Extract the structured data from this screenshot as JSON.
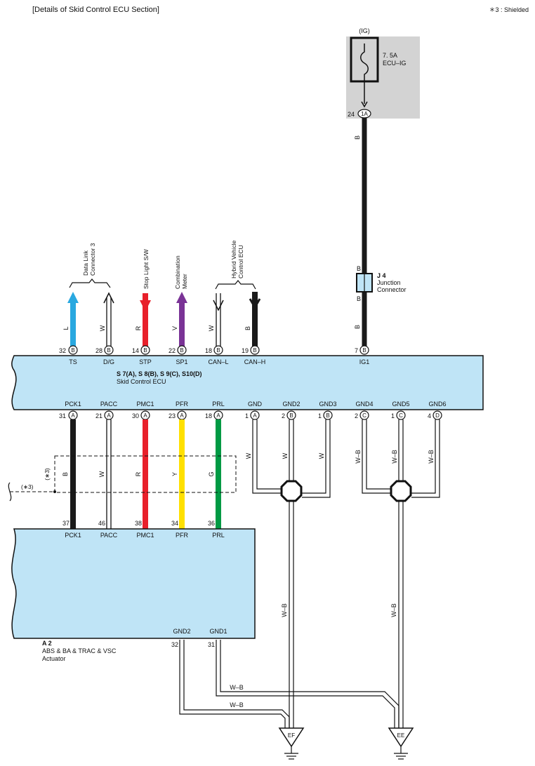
{
  "header": {
    "title": "[Details of Skid Control ECU Section]",
    "note": "＊3 : Shielded"
  },
  "colors": {
    "body_fill": "#bfe4f6",
    "fuse_box_fill": "#d3d3d3"
  },
  "fuse": {
    "ig_label": "(IG)",
    "rating": "7. 5A",
    "name": "ECU–IG",
    "pin": "24",
    "connector": "1A"
  },
  "junction": {
    "id": "J 4",
    "name_line1": "Junction",
    "name_line2": "Connector",
    "wire_top": "B",
    "wire_bottom": "B"
  },
  "ig_wire_label": "B",
  "ecu": {
    "id": "S 7(A), S 8(B), S 9(C), S10(D)",
    "name": "Skid Control ECU",
    "top_pins": [
      {
        "pin": "32",
        "conn": "B",
        "label": "TS",
        "wire": "L",
        "color": "#29a8e0"
      },
      {
        "pin": "28",
        "conn": "B",
        "label": "D/G",
        "wire": "W",
        "color": "#ffffff"
      },
      {
        "pin": "14",
        "conn": "B",
        "label": "STP",
        "wire": "R",
        "color": "#e8202a"
      },
      {
        "pin": "22",
        "conn": "B",
        "label": "SP1",
        "wire": "V",
        "color": "#7a3396"
      },
      {
        "pin": "18",
        "conn": "B",
        "label": "CAN–L",
        "wire": "W",
        "color": "#ffffff"
      },
      {
        "pin": "19",
        "conn": "B",
        "label": "CAN–H",
        "wire": "B",
        "color": "#1a1a1a"
      },
      {
        "pin": "7",
        "conn": "B",
        "label": "IG1",
        "wire": "",
        "color": "#1a1a1a"
      }
    ],
    "bottom_pins": [
      {
        "pin": "31",
        "conn": "A",
        "label": "PCK1",
        "wire": "B",
        "color": "#1a1a1a"
      },
      {
        "pin": "21",
        "conn": "A",
        "label": "PACC",
        "wire": "W",
        "color": "#ffffff"
      },
      {
        "pin": "30",
        "conn": "A",
        "label": "PMC1",
        "wire": "R",
        "color": "#e8202a"
      },
      {
        "pin": "23",
        "conn": "A",
        "label": "PFR",
        "wire": "Y",
        "color": "#ffe000"
      },
      {
        "pin": "18",
        "conn": "A",
        "label": "PRL",
        "wire": "G",
        "color": "#009a44"
      },
      {
        "pin": "1",
        "conn": "A",
        "label": "GND",
        "wire": "W"
      },
      {
        "pin": "2",
        "conn": "B",
        "label": "GND2",
        "wire": "W"
      },
      {
        "pin": "1",
        "conn": "B",
        "label": "GND3",
        "wire": "W"
      },
      {
        "pin": "2",
        "conn": "C",
        "label": "GND4",
        "wire": "W–B"
      },
      {
        "pin": "1",
        "conn": "C",
        "label": "GND5",
        "wire": "W–B"
      },
      {
        "pin": "4",
        "conn": "D",
        "label": "GND6",
        "wire": "W–B"
      }
    ]
  },
  "destinations": {
    "dlc3_line1": "Data Link",
    "dlc3_line2": "Connector 3",
    "stop_light": "Stop Light S/W",
    "comb_line1": "Combination",
    "comb_line2": "Meter",
    "hv_line1": "Hybrid Vehicle",
    "hv_line2": "Control ECU"
  },
  "shield": {
    "label": "(∗3)",
    "label_left": "(∗3)"
  },
  "actuator": {
    "id": "A 2",
    "name_line1": "ABS & BA & TRAC & VSC",
    "name_line2": "Actuator",
    "pins": [
      {
        "pin": "37",
        "label": "PCK1"
      },
      {
        "pin": "46",
        "label": "PACC"
      },
      {
        "pin": "38",
        "label": "PMC1"
      },
      {
        "pin": "34",
        "label": "PFR"
      },
      {
        "pin": "36",
        "label": "PRL"
      }
    ],
    "gnd2_pin": "32",
    "gnd2_label": "GND2",
    "gnd1_pin": "31",
    "gnd1_label": "GND1",
    "wire_1": "W–B",
    "wire_2": "W–B"
  },
  "grounds": {
    "vert_1": "W–B",
    "vert_2": "W–B",
    "ef": "EF",
    "ee": "EE"
  }
}
